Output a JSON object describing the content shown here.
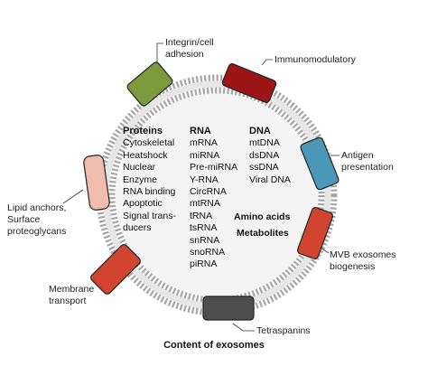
{
  "title": "Content of exosomes",
  "colors": {
    "membrane": "#a6a6a6",
    "membrane_inner": "#e6e6e6",
    "interior": "#f4f4f4",
    "integrin": "#7b9a3c",
    "immunomodulatory": "#9b1416",
    "antigen": "#4a97b8",
    "mvb": "#d1442f",
    "tetraspanins": "#4e4e4e",
    "membrane_transport": "#d1442f",
    "lipid_anchors": "#efbcad"
  },
  "proteins": {
    "header": "Proteins",
    "items": [
      "Cytoskeletal",
      "Heatshock",
      "Nuclear",
      "Enzyme",
      "RNA binding",
      "Apoptotic",
      "Signal trans-",
      "ducers"
    ]
  },
  "rna": {
    "header": "RNA",
    "items": [
      "mRNA",
      "miRNA",
      "Pre-miRNA",
      "Y-RNA",
      "CircRNA",
      "mtRNA",
      "tRNA",
      "tsRNA",
      "snRNA",
      "snoRNA",
      "piRNA"
    ]
  },
  "dna": {
    "header": "DNA",
    "items": [
      "mtDNA",
      "dsDNA",
      "ssDNA",
      "Viral DNA"
    ]
  },
  "amino_acids": "Amino acids",
  "metabolites": "Metabolites",
  "labels": {
    "integrin": [
      "Integrin/cell",
      "adhesion"
    ],
    "immunomodulatory": [
      "Immunomodulatory"
    ],
    "antigen": [
      "Antigen",
      "presentation"
    ],
    "mvb": [
      "MVB exosomes",
      "biogenesis"
    ],
    "tetraspanins": [
      "Tetraspanins"
    ],
    "membrane_transport": [
      "Membrane",
      "transport"
    ],
    "lipid_anchors": [
      "Lipid anchors,",
      "Surface",
      "proteoglycans"
    ]
  }
}
